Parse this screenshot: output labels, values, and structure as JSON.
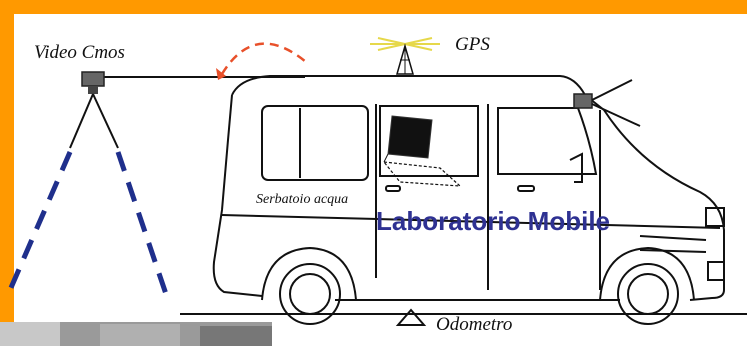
{
  "labels": {
    "video_cmos": "Video Cmos",
    "gps": "GPS",
    "serbatoio": "Serbatoio acqua",
    "lab_mobile": "Laboratorio Mobile",
    "odometro": "Odometro"
  },
  "colors": {
    "frame": "#ff9900",
    "title": "#2e3192",
    "cone_dash": "#1f2f8c",
    "arc_dash": "#e8502a",
    "gps_rays": "#e6d84a"
  }
}
